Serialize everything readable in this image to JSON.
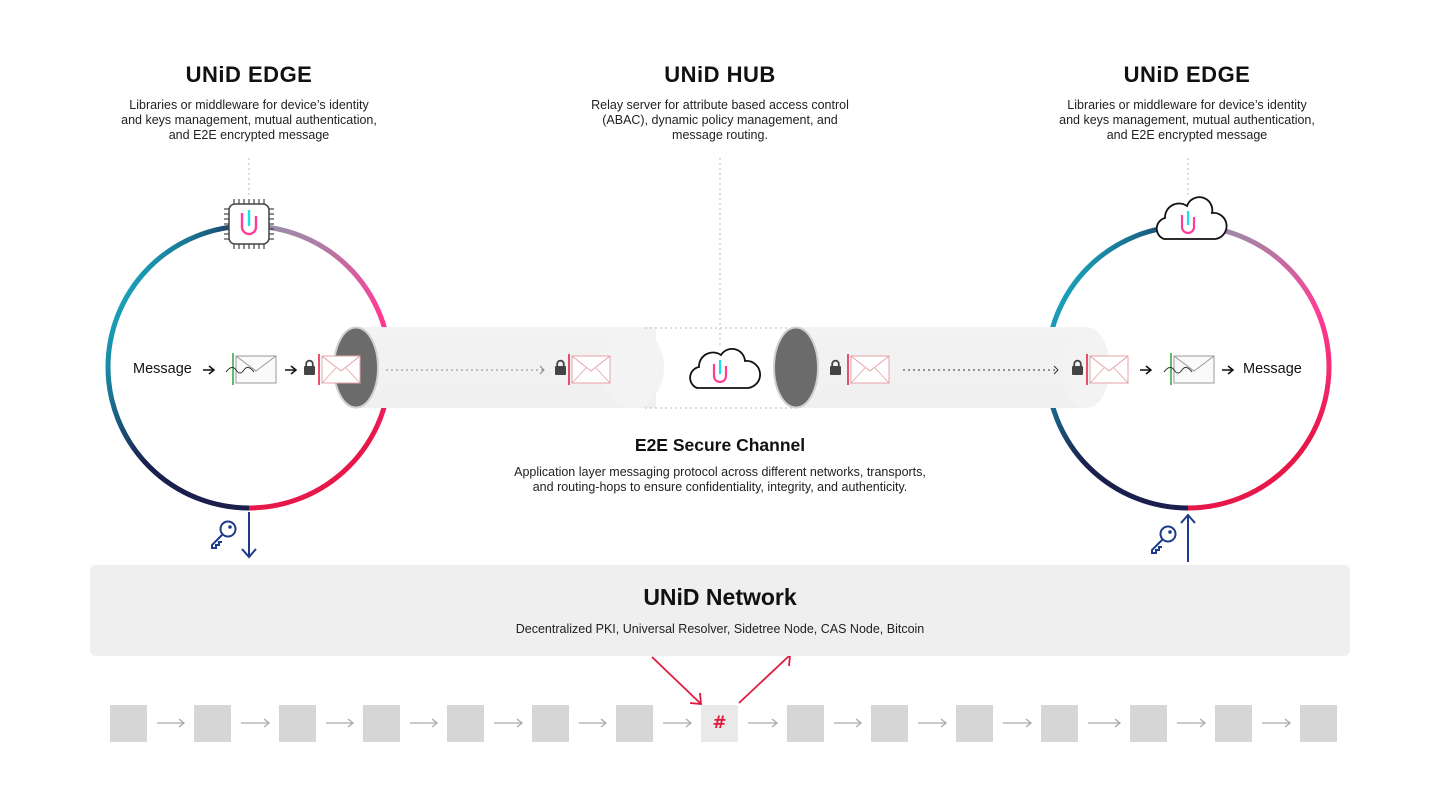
{
  "left_edge": {
    "title": "UNiD EDGE",
    "description": "Libraries or middleware for device’s identity\nand keys management, mutual authentication,\nand E2E encrypted message",
    "message_label": "Message",
    "device_icon": "chip-icon"
  },
  "hub": {
    "title": "UNiD HUB",
    "description": "Relay server for attribute based access control\n(ABAC), dynamic policy management, and\nmessage routing.",
    "icon": "cloud-icon"
  },
  "right_edge": {
    "title": "UNiD EDGE",
    "description": "Libraries or middleware for device’s identity\nand keys management, mutual authentication,\nand E2E encrypted message",
    "message_label": "Message",
    "device_icon": "cloud-icon"
  },
  "channel": {
    "title": "E2E Secure Channel",
    "description": "Application layer messaging protocol across different networks, transports,\nand routing-hops to ensure confidentiality, integrity, and authenticity."
  },
  "network": {
    "title": "UNiD Network",
    "description": "Decentralized PKI, Universal Resolver, Sidetree Node, CAS Node, Bitcoin"
  },
  "chain": {
    "hash_symbol": "#",
    "block_count": 15,
    "hash_index": 7
  },
  "colors": {
    "cyan": "#19e0ec",
    "navy": "#1a1f4e",
    "pink": "#ff3d96",
    "crimson": "#e8174a",
    "key_blue": "#1e3a8a",
    "hash_red": "#e0193f",
    "network_bg": "#efefef"
  }
}
